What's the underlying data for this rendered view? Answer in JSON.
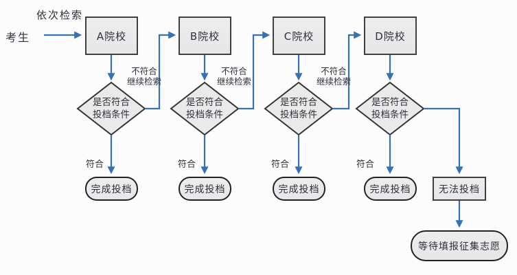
{
  "diagram_type": "flowchart",
  "colors": {
    "arrow_blue": "#3571b5",
    "node_fill": "#e9eaea",
    "node_border": "#3f3f3f",
    "text": "#30303a",
    "background": "#fcfcfc"
  },
  "start": {
    "candidate": "考生",
    "sequence_note": "依次检索"
  },
  "colleges": [
    {
      "name": "A院校"
    },
    {
      "name": "B院校"
    },
    {
      "name": "C院校"
    },
    {
      "name": "D院校"
    }
  ],
  "decision": {
    "line1": "是否符合",
    "line2": "投档条件"
  },
  "edges": {
    "match": "符合",
    "no_match_line1": "不符合",
    "no_match_line2": "继续检索"
  },
  "results": {
    "complete": "完成投档",
    "cannot": "无法投档",
    "wait": "等待填报征集志愿"
  }
}
